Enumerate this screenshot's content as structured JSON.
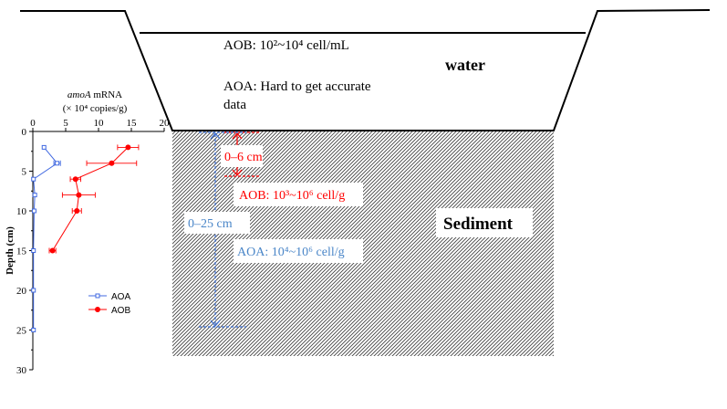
{
  "water_label": "water",
  "sediment_label": "Sediment",
  "aob_water_text": "AOB: 10²~10⁴ cell/mL",
  "aoa_water_line1": "AOA: Hard to get accurate",
  "aoa_water_line2": "data",
  "depth_aob": "0–6 cm",
  "depth_all": "0–25 cm",
  "aob_sediment_text": "AOB: 10³~10⁶ cell/g",
  "aoa_sediment_text": "AOA: 10⁴~10⁶ cell/g",
  "colors": {
    "aoa": "#4169e1",
    "aob": "#ff0000",
    "annot_aob": "#ff0000",
    "annot_aoa": "#4a86c8",
    "sediment_hatch": "#444444"
  },
  "chart_data": {
    "type": "line",
    "title_italic": "amoA",
    "title_rest": " mRNA",
    "title_line2": "(× 10⁴ copies/g)",
    "xlabel": "",
    "ylabel": "Depth (cm)",
    "xlim": [
      0,
      20
    ],
    "ylim": [
      0,
      30
    ],
    "x_ticks": [
      0,
      5,
      10,
      15,
      20
    ],
    "y_ticks": [
      0,
      5,
      10,
      15,
      20,
      25,
      30
    ],
    "y_inverted": true,
    "legend_position": "lower-left",
    "series": [
      {
        "name": "AOA",
        "color": "#4169e1",
        "marker": "square",
        "points": [
          {
            "x": 1.7,
            "y": 2,
            "err": 0
          },
          {
            "x": 3.7,
            "y": 4,
            "err": 0.5
          },
          {
            "x": 0.1,
            "y": 6,
            "err": 0
          },
          {
            "x": 0.3,
            "y": 8,
            "err": 0
          },
          {
            "x": 0.2,
            "y": 10,
            "err": 0
          },
          {
            "x": 0.1,
            "y": 15,
            "err": 0
          },
          {
            "x": 0.1,
            "y": 20,
            "err": 0
          },
          {
            "x": 0.1,
            "y": 25,
            "err": 0
          }
        ]
      },
      {
        "name": "AOB",
        "color": "#ff0000",
        "marker": "circle",
        "points": [
          {
            "x": 14.5,
            "y": 2,
            "err": 1.6
          },
          {
            "x": 12.0,
            "y": 4,
            "err": 3.8
          },
          {
            "x": 6.5,
            "y": 6,
            "err": 0.8
          },
          {
            "x": 7.0,
            "y": 8,
            "err": 2.5
          },
          {
            "x": 6.7,
            "y": 10,
            "err": 0.7
          },
          {
            "x": 3.0,
            "y": 15,
            "err": 0.5
          }
        ]
      }
    ]
  }
}
